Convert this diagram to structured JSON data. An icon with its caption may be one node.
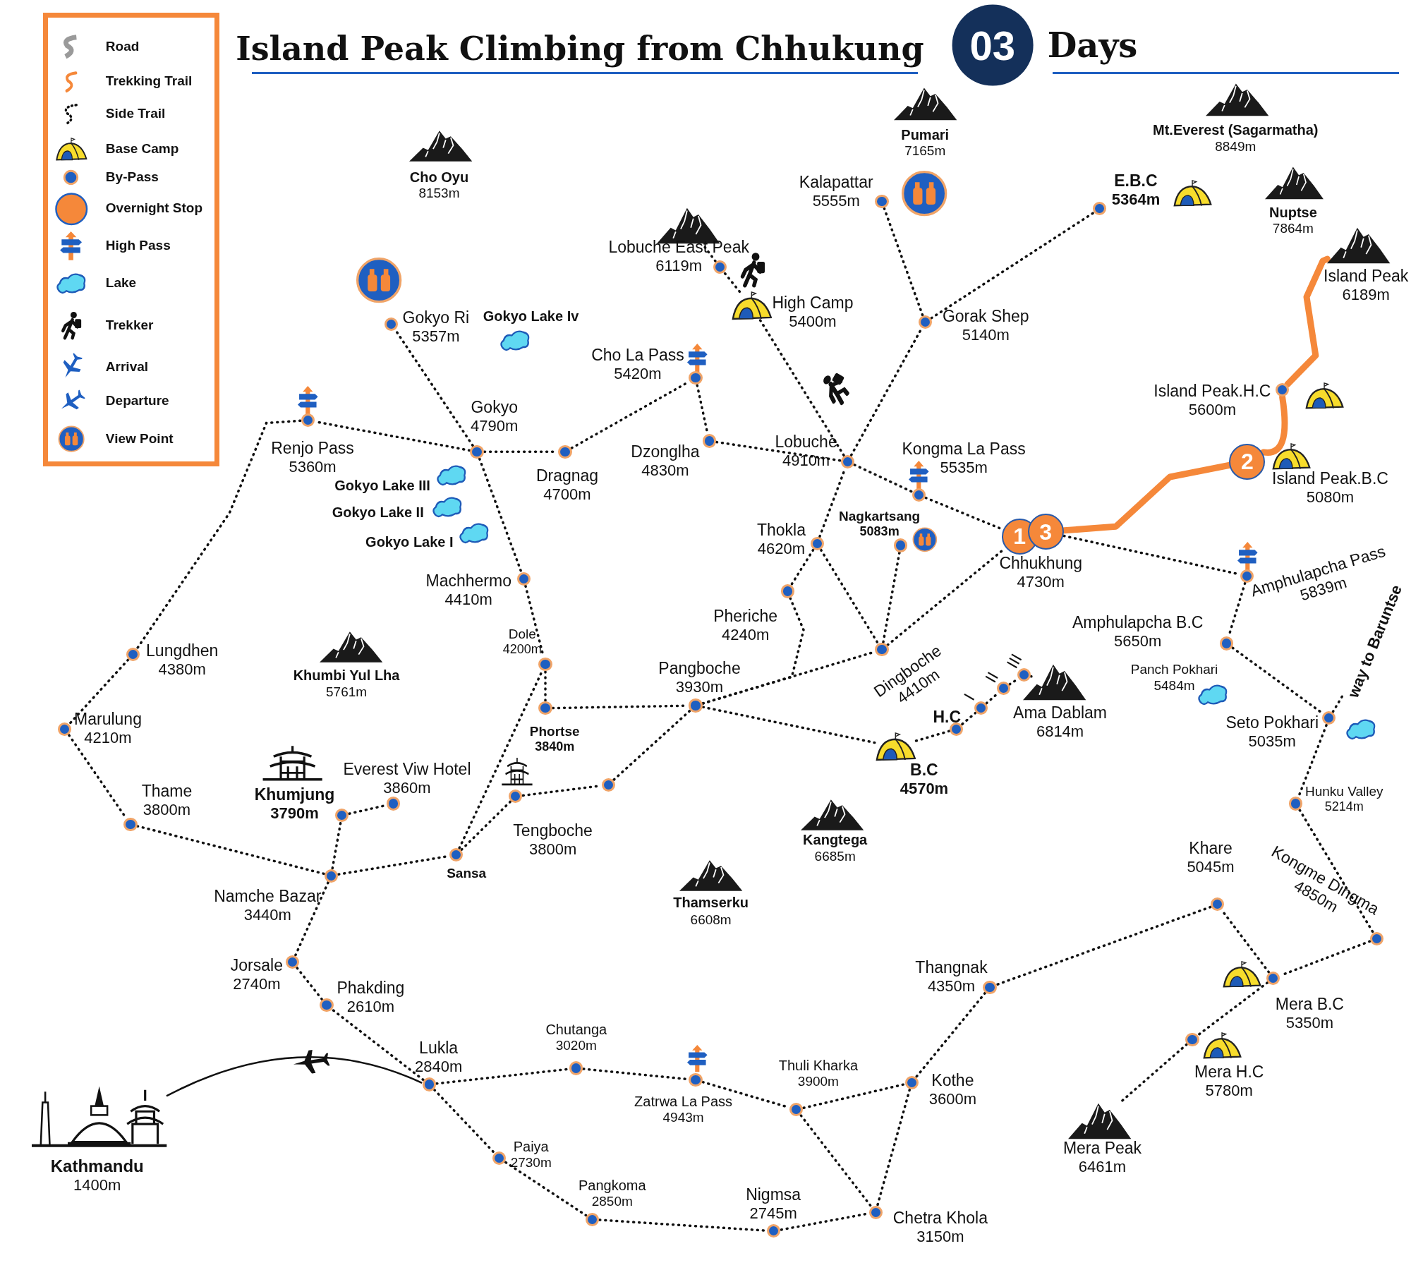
{
  "diagram": {
    "title": "Island Peak Climbing from Chhukung",
    "nodes": [
      {
        "text": [],
        "shape": "circle",
        "beside": [
          "Gokyo Ri",
          "5357m"
        ]
      },
      {
        "text": [],
        "shape": "picture"
      },
      {
        "text": [],
        "shape": "circle",
        "beside": [
          "Lobuche East Peak",
          "6119m"
        ]
      },
      {
        "text": [],
        "shape": "circle",
        "beside": [
          "Kalapattar",
          "5555m"
        ]
      },
      {
        "text": [],
        "shape": "circle",
        "beside": [
          "E.B.C",
          "5364m"
        ]
      },
      {
        "text": [],
        "shape": "picture",
        "beside": [
          "Island Peak",
          "6189m"
        ]
      },
      {
        "text": [],
        "shape": "picture",
        "beside": [
          "High Camp",
          "5400m"
        ]
      },
      {
        "text": [],
        "shape": "circle",
        "beside": [
          "Gorak Shep",
          "5140m"
        ]
      },
      {
        "text": [],
        "shape": "circle",
        "beside": [
          "Cho La Pass",
          "5420m"
        ]
      },
      {
        "text": [],
        "shape": "circle",
        "beside": [
          "Renjo Pass",
          "5360m"
        ]
      },
      {
        "text": [],
        "shape": "circle",
        "beside": [
          "Island Peak.H.C",
          "5600m"
        ]
      },
      {
        "text": [],
        "shape": "circle",
        "beside": [
          "Gokyo",
          "4790m"
        ]
      },
      {
        "text": [],
        "shape": "circle",
        "beside": [
          "Dragnag",
          "4700m"
        ]
      },
      {
        "text": [],
        "shape": "circle",
        "beside": [
          "Dzonglha",
          "4830m"
        ]
      },
      {
        "text": [],
        "shape": "circle",
        "beside": [
          "Lobuche",
          "4910m"
        ]
      },
      {
        "text": [
          "2"
        ],
        "beside": [
          "Island Peak.B.C",
          "5080m"
        ]
      },
      {
        "text": [],
        "shape": "circle",
        "beside": [
          "Kongma La Pass",
          "5535m"
        ]
      },
      {
        "text": [
          "1"
        ],
        "beside": [
          "Chhukhung",
          "4730m"
        ]
      },
      {
        "text": [
          "3"
        ]
      },
      {
        "text": [],
        "shape": "circle",
        "beside": [
          "Thokla",
          "4620m"
        ]
      },
      {
        "text": [],
        "shape": "circle",
        "beside": [
          "Nagkartsang",
          "5083m"
        ]
      },
      {
        "text": [],
        "shape": "circle",
        "beside": [
          "Amphulapcha Pass",
          "5839m"
        ]
      },
      {
        "text": [],
        "shape": "circle",
        "beside": [
          "Machhermo",
          "4410m"
        ]
      },
      {
        "text": [],
        "shape": "circle",
        "beside": [
          "Pheriche",
          "4240m"
        ]
      },
      {
        "text": [],
        "shape": "circle",
        "beside": [
          "Amphulapcha B.C",
          "5650m"
        ]
      },
      {
        "text": [],
        "shape": "circle",
        "beside": [
          "Lungdhen",
          "4380m"
        ]
      },
      {
        "text": [],
        "shape": "circle",
        "beside": [
          "Dingboche",
          "4410m"
        ]
      },
      {
        "text": [],
        "shape": "circle",
        "beside": [
          "Dole",
          "4200m"
        ]
      },
      {
        "text": [],
        "shape": "circle",
        "beside": [
          "III"
        ]
      },
      {
        "text": [],
        "shape": "circle",
        "beside": [
          "II"
        ]
      },
      {
        "text": [],
        "shape": "picture",
        "beside": [
          "Ama Dablam",
          "6814m"
        ]
      },
      {
        "text": [],
        "shape": "circle",
        "beside": [
          "Pangboche",
          "3930m"
        ]
      },
      {
        "text": [],
        "shape": "circle",
        "beside": [
          "I"
        ]
      },
      {
        "text": [],
        "shape": "circle",
        "beside": [
          "Phortse",
          "3840m"
        ]
      },
      {
        "text": [],
        "shape": "circle",
        "beside": [
          "Seto Pokhari",
          "5035m"
        ]
      },
      {
        "text": [
          "way to Baruntse"
        ]
      },
      {
        "text": [],
        "shape": "circle",
        "beside": [
          "Marulung",
          "4210m"
        ]
      },
      {
        "text": [],
        "shape": "circle",
        "beside": [
          "H.C"
        ]
      },
      {
        "text": [],
        "shape": "picture",
        "beside": [
          "B.C",
          "4570m"
        ]
      },
      {
        "text": [],
        "shape": "circle",
        "beside": [
          "Tengboche",
          "3800m"
        ]
      },
      {
        "text": [],
        "shape": "circle"
      },
      {
        "text": [],
        "shape": "circle",
        "beside": [
          "Hunku Valley",
          "5214m"
        ]
      },
      {
        "text": [],
        "shape": "circle",
        "beside": [
          "Everest Viw Hotel",
          "3860m"
        ]
      },
      {
        "text": [],
        "shape": "circle",
        "beside": [
          "Khumjung",
          "3790m"
        ]
      },
      {
        "text": [],
        "shape": "circle",
        "beside": [
          "Thame",
          "3800m"
        ]
      },
      {
        "text": [],
        "shape": "circle",
        "beside": [
          "Sansa"
        ]
      },
      {
        "text": [],
        "shape": "circle",
        "beside": [
          "Namche Bazar",
          "3440m"
        ]
      },
      {
        "text": [],
        "shape": "circle",
        "beside": [
          "Khare",
          "5045m"
        ]
      },
      {
        "text": [],
        "shape": "circle",
        "beside": [
          "Kongme Dingma",
          "4850m"
        ]
      },
      {
        "text": [],
        "shape": "circle",
        "beside": [
          "Jorsale",
          "2740m"
        ]
      },
      {
        "text": [],
        "shape": "circle",
        "beside": [
          "Mera B.C",
          "5350m"
        ]
      },
      {
        "text": [],
        "shape": "circle",
        "beside": [
          "Thangnak",
          "4350m"
        ]
      },
      {
        "text": [],
        "shape": "circle",
        "beside": [
          "Phakding",
          "2610m"
        ]
      },
      {
        "text": [],
        "shape": "circle",
        "beside": [
          "Mera H.C",
          "5780m"
        ]
      },
      {
        "text": [],
        "shape": "circle",
        "beside": [
          "Chutanga",
          "3020m"
        ]
      },
      {
        "text": [],
        "shape": "picture",
        "beside": [
          "Kathmandu",
          "1400m"
        ]
      },
      {
        "text": [],
        "shape": "circle",
        "beside": [
          "Lukla",
          "2840m"
        ]
      },
      {
        "text": [],
        "shape": "circle",
        "beside": [
          "Zatrwa La Pass",
          "4943m"
        ]
      },
      {
        "text": [],
        "shape": "circle",
        "beside": [
          "Kothe",
          "3600m"
        ]
      },
      {
        "text": [],
        "shape": "circle",
        "beside": [
          "Thuli Kharka",
          "3900m"
        ]
      },
      {
        "text": [],
        "shape": "picture",
        "beside": [
          "Mera Peak",
          "6461m"
        ]
      },
      {
        "text": [],
        "shape": "circle",
        "beside": [
          "Paiya",
          "2730m"
        ]
      },
      {
        "text": [],
        "shape": "circle",
        "beside": [
          "Chetra Khola",
          "3150m"
        ]
      },
      {
        "text": [],
        "shape": "circle",
        "beside": [
          "Pangkoma",
          "2850m"
        ]
      },
      {
        "text": [],
        "shape": "circle",
        "beside": [
          "Nigmsa",
          "2745m"
        ]
      }
    ],
    "edges": [
      {
        "from": 55,
        "to": 56,
        "arrow": "none"
      },
      {
        "from": 56,
        "to": 52,
        "arrow": "none",
        "style": "dashed"
      },
      {
        "from": 52,
        "to": 49,
        "arrow": "none",
        "style": "dashed"
      },
      {
        "from": 49,
        "to": 46,
        "arrow": "none",
        "style": "dashed"
      },
      {
        "from": 46,
        "to": 44,
        "arrow": "none",
        "style": "dashed"
      },
      {
        "from": 46,
        "to": 43,
        "arrow": "none",
        "style": "dashed"
      },
      {
        "from": 43,
        "to": 42,
        "arrow": "none",
        "style": "dashed"
      },
      {
        "from": 46,
        "to": 45,
        "arrow": "none",
        "style": "dashed"
      },
      {
        "from": 45,
        "to": 39,
        "arrow": "none",
        "style": "dashed"
      },
      {
        "from": 45,
        "to": 27,
        "arrow": "none",
        "style": "dashed"
      },
      {
        "from": 39,
        "to": 40,
        "arrow": "none",
        "style": "dashed"
      },
      {
        "from": 40,
        "to": 31,
        "arrow": "none",
        "style": "dashed"
      },
      {
        "from": 33,
        "to": 31,
        "arrow": "none",
        "style": "dashed"
      },
      {
        "from": 27,
        "to": 33,
        "arrow": "none",
        "style": "dashed"
      },
      {
        "from": 22,
        "to": 27,
        "arrow": "none",
        "style": "dashed"
      },
      {
        "from": 11,
        "to": 22,
        "arrow": "none",
        "style": "dashed"
      },
      {
        "from": 11,
        "to": 0,
        "arrow": "none",
        "style": "dashed"
      },
      {
        "from": 11,
        "to": 9,
        "arrow": "none",
        "style": "dashed"
      },
      {
        "from": 11,
        "to": 12,
        "arrow": "none",
        "style": "dashed"
      },
      {
        "from": 12,
        "to": 8,
        "arrow": "none",
        "style": "dashed"
      },
      {
        "from": 8,
        "to": 13,
        "arrow": "none",
        "style": "dashed"
      },
      {
        "from": 13,
        "to": 14,
        "arrow": "none",
        "style": "dashed"
      },
      {
        "from": 19,
        "to": 14,
        "arrow": "none",
        "style": "dashed"
      },
      {
        "from": 19,
        "to": 23,
        "arrow": "none",
        "style": "dashed"
      },
      {
        "from": 19,
        "to": 26,
        "arrow": "none",
        "style": "dashed"
      },
      {
        "from": 23,
        "to": 31,
        "arrow": "none",
        "style": "dashed"
      },
      {
        "from": 31,
        "to": 26,
        "arrow": "none",
        "style": "dashed"
      },
      {
        "from": 31,
        "to": 38,
        "arrow": "none",
        "style": "dashed"
      },
      {
        "from": 38,
        "to": 37,
        "arrow": "none",
        "style": "dashed"
      },
      {
        "from": 37,
        "to": 32,
        "arrow": "none",
        "style": "dashed"
      },
      {
        "from": 32,
        "to": 29,
        "arrow": "none",
        "style": "dashed"
      },
      {
        "from": 29,
        "to": 28,
        "arrow": "none",
        "style": "dashed"
      },
      {
        "from": 28,
        "to": 30,
        "arrow": "none",
        "style": "dashed"
      },
      {
        "from": 20,
        "to": 26,
        "arrow": "none",
        "style": "dashed"
      },
      {
        "from": 26,
        "to": 17,
        "arrow": "none",
        "style": "dashed"
      },
      {
        "from": 14,
        "to": 16,
        "arrow": "none",
        "style": "dashed"
      },
      {
        "from": 16,
        "to": 17,
        "arrow": "none",
        "style": "dashed"
      },
      {
        "from": 14,
        "to": 7,
        "arrow": "none",
        "style": "dashed"
      },
      {
        "from": 14,
        "to": 6,
        "arrow": "none",
        "style": "dashed"
      },
      {
        "from": 6,
        "to": 2,
        "arrow": "none",
        "style": "dashed"
      },
      {
        "from": 2,
        "to": 1,
        "arrow": "none",
        "style": "dashed"
      },
      {
        "from": 7,
        "to": 3,
        "arrow": "none",
        "style": "dashed"
      },
      {
        "from": 7,
        "to": 4,
        "arrow": "none",
        "style": "dashed"
      },
      {
        "from": 18,
        "to": 15,
        "arrow": "none",
        "style": "thick",
        "color": "#f5883a"
      },
      {
        "from": 15,
        "to": 10,
        "arrow": "none",
        "style": "thick",
        "color": "#f5883a"
      },
      {
        "from": 10,
        "to": 5,
        "arrow": "none",
        "style": "thick",
        "color": "#f5883a"
      },
      {
        "from": 18,
        "to": 21,
        "arrow": "none",
        "style": "dashed"
      },
      {
        "from": 21,
        "to": 24,
        "arrow": "none",
        "style": "dashed"
      },
      {
        "from": 24,
        "to": 34,
        "arrow": "none",
        "style": "dashed"
      },
      {
        "from": 34,
        "to": 35,
        "arrow": "none",
        "style": "dashed"
      },
      {
        "from": 34,
        "to": 41,
        "arrow": "none",
        "style": "dashed"
      },
      {
        "from": 41,
        "to": 48,
        "arrow": "none",
        "style": "dashed"
      },
      {
        "from": 48,
        "to": 50,
        "arrow": "none",
        "style": "dashed"
      },
      {
        "from": 50,
        "to": 47,
        "arrow": "none",
        "style": "dashed"
      },
      {
        "from": 47,
        "to": 51,
        "arrow": "none",
        "style": "dashed"
      },
      {
        "from": 51,
        "to": 58,
        "arrow": "none",
        "style": "dashed"
      },
      {
        "from": 58,
        "to": 62,
        "arrow": "none",
        "style": "dashed"
      },
      {
        "from": 59,
        "to": 58,
        "arrow": "none",
        "style": "dashed"
      },
      {
        "from": 59,
        "to": 62,
        "arrow": "none",
        "style": "dashed"
      },
      {
        "from": 56,
        "to": 54,
        "arrow": "none",
        "style": "dashed"
      },
      {
        "from": 54,
        "to": 57,
        "arrow": "none",
        "style": "dashed"
      },
      {
        "from": 57,
        "to": 59,
        "arrow": "none",
        "style": "dashed"
      },
      {
        "from": 56,
        "to": 61,
        "arrow": "none",
        "style": "dashed"
      },
      {
        "from": 61,
        "to": 63,
        "arrow": "none",
        "style": "dashed"
      },
      {
        "from": 63,
        "to": 64,
        "arrow": "none",
        "style": "dashed"
      },
      {
        "from": 64,
        "to": 62,
        "arrow": "none",
        "style": "dashed"
      },
      {
        "from": 50,
        "to": 53,
        "arrow": "none",
        "style": "dashed"
      },
      {
        "from": 53,
        "to": 60,
        "arrow": "none",
        "style": "dashed"
      },
      {
        "from": 9,
        "to": 25,
        "arrow": "none",
        "style": "dashed"
      },
      {
        "from": 25,
        "to": 36,
        "arrow": "none",
        "style": "dashed"
      },
      {
        "from": 36,
        "to": 44,
        "arrow": "none",
        "style": "dashed"
      }
    ],
    "labels": [
      "03",
      "Days",
      "Pumari",
      "7165m",
      "Mt.Everest (Sagarmatha)",
      "8849m",
      "Cho Oyu",
      "8153m",
      "Nuptse",
      "7864m",
      "Gokyo Lake Iv",
      "Gokyo Lake III",
      "Gokyo Lake II",
      "Gokyo Lake I",
      "Panch Pokhari",
      "5484m",
      "Khumbi Yul Lha",
      "5761m",
      "Kangtega",
      "6685m",
      "Thamserku",
      "6608m"
    ],
    "legend": [
      {
        "text": "Road"
      },
      {
        "text": "Trekking Trail"
      },
      {
        "text": "Side Trail"
      },
      {
        "text": "Base  Camp"
      },
      {
        "text": "By-Pass"
      },
      {
        "text": "Overnight Stop"
      },
      {
        "text": "High Pass"
      },
      {
        "text": "Lake"
      },
      {
        "text": "Trekker"
      },
      {
        "text": "Arrival"
      },
      {
        "text": "Departure"
      },
      {
        "text": "View Point"
      }
    ]
  }
}
